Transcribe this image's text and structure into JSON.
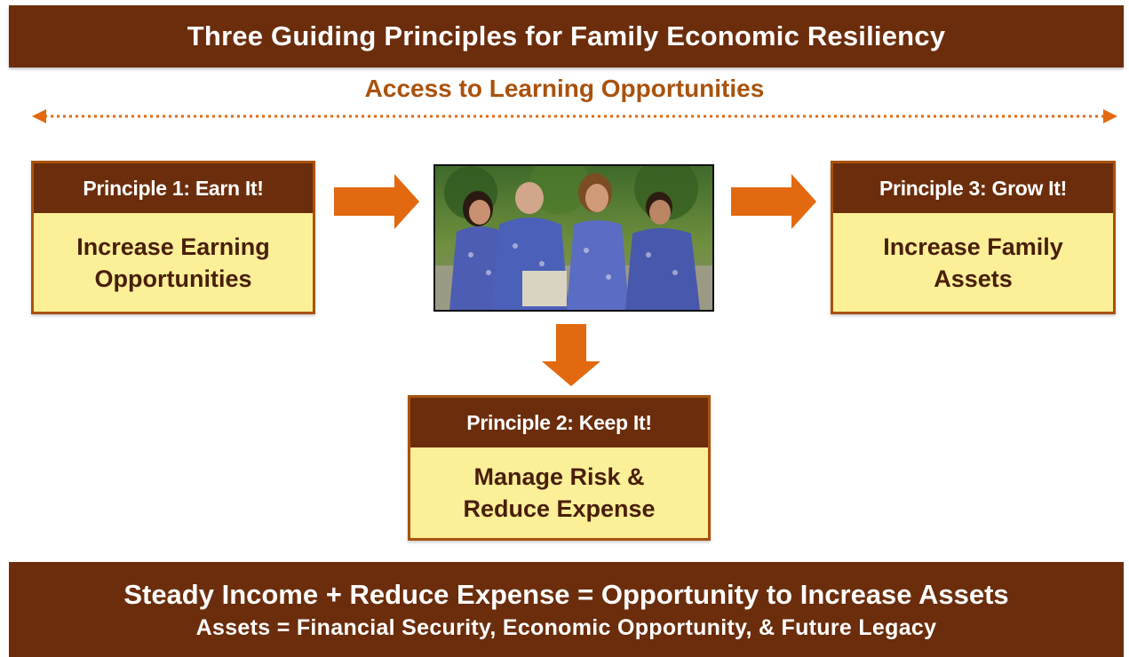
{
  "title": "Three Guiding Principles for Family Economic Resiliency",
  "access_label": "Access to Learning Opportunities",
  "principles": [
    {
      "heading": "Principle 1: Earn It!",
      "body": "Increase Earning\nOpportunities"
    },
    {
      "heading": "Principle 2: Keep It!",
      "body": "Manage Risk &\nReduce Expense"
    },
    {
      "heading": "Principle 3: Grow It!",
      "body": "Increase Family\nAssets"
    }
  ],
  "footer": {
    "line1": "Steady Income + Reduce Expense = Opportunity to Increase Assets",
    "line2": "Assets = Financial  Security,  Economic  Opportunity,  & Future Legacy"
  },
  "colors": {
    "dark_brown": "#6b2d0c",
    "accent_orange": "#e2690f",
    "box_fill": "#fbef98",
    "text_brown": "#a9520d"
  },
  "icons": {
    "family_photo": "family-photo-image",
    "arrows": [
      "arrow-right-icon",
      "arrow-right-icon",
      "arrow-down-icon",
      "double-arrow-dotted-icon"
    ]
  }
}
